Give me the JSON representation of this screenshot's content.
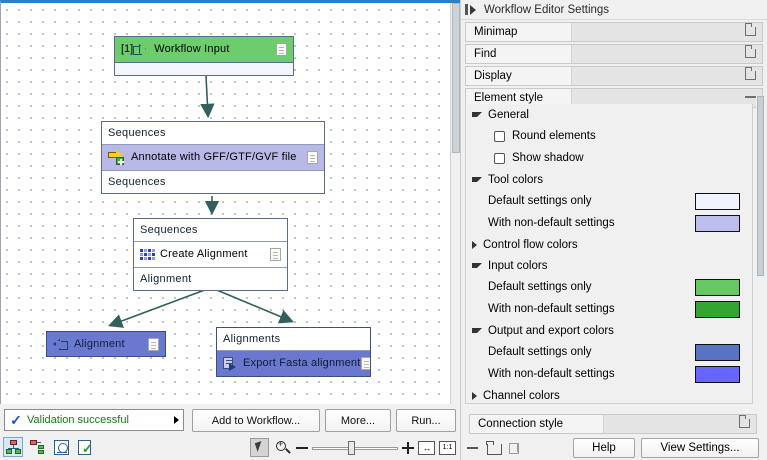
{
  "canvas": {
    "nodes": [
      {
        "id": "workflow-input",
        "index_label": "[1]",
        "title": "Workflow Input",
        "icon": "output-arrow-icon",
        "color": "#6dcd6d",
        "ports_top": [],
        "ports_bottom": [
          ""
        ]
      },
      {
        "id": "annotate-with-gff",
        "title": "Annotate with GFF/GTF/GVF file",
        "icon": "annotate-arrow-plus-icon",
        "color": "#b9b9e8",
        "ports_top": [
          "Sequences"
        ],
        "ports_bottom": [
          "Sequences"
        ]
      },
      {
        "id": "create-alignment",
        "title": "Create Alignment",
        "icon": "alignment-grid-icon",
        "color": "#ffffff",
        "ports_top": [
          "Sequences"
        ],
        "ports_bottom": [
          "Alignment"
        ]
      },
      {
        "id": "alignment-output",
        "title": "Alignment",
        "icon": "input-arrow-icon",
        "color": "#6a79cf",
        "ports_top": [],
        "ports_bottom": []
      },
      {
        "id": "export-fasta-alignment",
        "title": "Export Fasta alignment",
        "icon": "export-icon",
        "color": "#6a79cf",
        "ports_top": [
          "Alignments"
        ],
        "ports_bottom": []
      }
    ]
  },
  "bottom_bar": {
    "validation_status": "Validation successful",
    "validation_check_icon": "checkmark-icon",
    "validation_caret_icon": "caret-right-icon",
    "add_to_workflow_label": "Add to Workflow...",
    "more_label": "More...",
    "run_label": "Run...",
    "tool_icons": [
      "layout-workflow-icon",
      "layout-workflow-alt-icon",
      "history-clock-icon",
      "validate-checklist-icon"
    ],
    "zoom_tools": {
      "select_icon": "cursor-arrow-icon",
      "zoom_icon": "magnifier-plus-icon",
      "zoom_out_icon": "minus-icon",
      "zoom_in_icon": "plus-icon",
      "fit_width_icon": "fit-width-icon",
      "zoom_100_label": "1:1"
    }
  },
  "settings": {
    "panel_title": "Workflow Editor Settings",
    "panel_title_icon": "panel-expand-icon",
    "sections": [
      {
        "name": "Minimap",
        "state": "collapsed",
        "icon": "restore-icon"
      },
      {
        "name": "Find",
        "state": "collapsed",
        "icon": "restore-icon"
      },
      {
        "name": "Display",
        "state": "collapsed",
        "icon": "restore-icon"
      },
      {
        "name": "Element style",
        "state": "expanded",
        "icon": "minimize-icon"
      }
    ],
    "element_style": {
      "groups": [
        {
          "name": "General",
          "expanded": true,
          "checkboxes": [
            {
              "label": "Round elements",
              "checked": false
            },
            {
              "label": "Show shadow",
              "checked": false
            }
          ]
        },
        {
          "name": "Tool colors",
          "expanded": true,
          "colors": [
            {
              "label": "Default settings only",
              "value": "#f0f5fd"
            },
            {
              "label": "With non-default settings",
              "value": "#bdbdee"
            }
          ]
        },
        {
          "name": "Control flow colors",
          "expanded": false,
          "colors": []
        },
        {
          "name": "Input colors",
          "expanded": true,
          "colors": [
            {
              "label": "Default settings only",
              "value": "#66c765"
            },
            {
              "label": "With non-default settings",
              "value": "#32a532"
            }
          ]
        },
        {
          "name": "Output and export colors",
          "expanded": true,
          "colors": [
            {
              "label": "Default settings only",
              "value": "#5873c4"
            },
            {
              "label": "With non-default settings",
              "value": "#6666ff"
            }
          ]
        },
        {
          "name": "Channel colors",
          "expanded": false,
          "colors": []
        }
      ]
    },
    "connection_style": {
      "name": "Connection style",
      "state": "collapsed",
      "icon": "restore-icon"
    },
    "footer": {
      "icons": [
        "minimize-all-icon",
        "restore-all-icon",
        "arrange-icon"
      ],
      "help_label": "Help",
      "view_settings_label": "View Settings..."
    }
  }
}
